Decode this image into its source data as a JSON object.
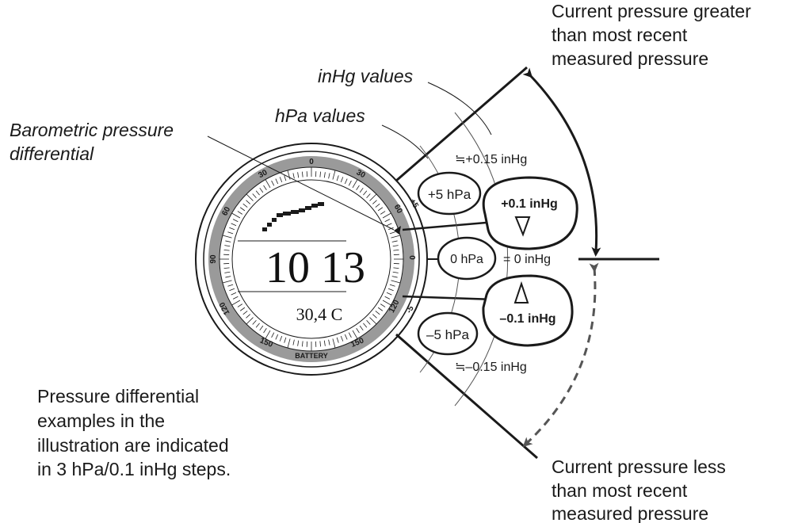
{
  "callouts": {
    "greater": [
      "Current pressure greater",
      "than most recent",
      "measured pressure"
    ],
    "less": [
      "Current pressure less",
      "than most recent",
      "measured pressure"
    ],
    "inhg_values": "inHg values",
    "hpa_values": "hPa values",
    "differential": [
      "Barometric pressure",
      "differential"
    ]
  },
  "note": [
    "Pressure differential",
    "examples in the",
    "illustration are indicated",
    "in 3 hPa/0.1 inHg steps."
  ],
  "bubbles": {
    "plus5": "+5 hPa",
    "plus_015": "≒+0.15 inHg",
    "plus01": "+0.1 inHg",
    "zero_hpa": "0 hPa",
    "zero_inhg": "= 0 inHg",
    "minus5": "–5 hPa",
    "minus_015": "≒–0.15 inHg",
    "minus01": "–0.1 inHg"
  },
  "display": {
    "pressure": "10 13",
    "temperature": "30,4 C"
  },
  "dial": {
    "top": "0",
    "upper_left_30": "30",
    "upper_right_30": "30",
    "left_60": "60",
    "right_60": "60",
    "left_90": "90",
    "right_0": "0",
    "left_120": "120",
    "right_120": "120",
    "left_150": "150",
    "right_150": "150",
    "bottom": "BATTERY",
    "plus_mark": "+5",
    "minus_mark": "-5"
  }
}
